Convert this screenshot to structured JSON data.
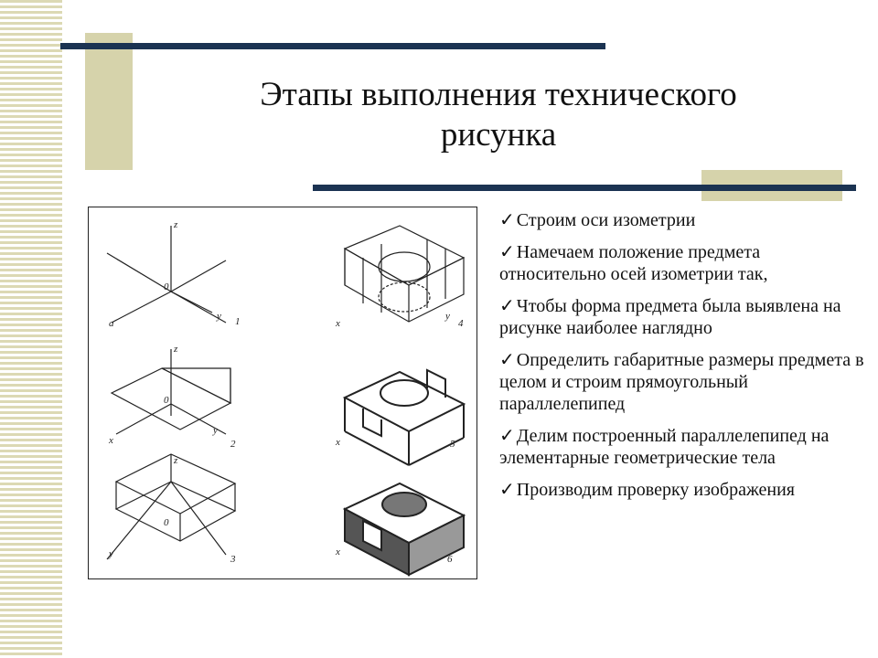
{
  "slide": {
    "title_lines": [
      "Этапы выполнения технического",
      "рисунка"
    ],
    "check_symbol": "✓",
    "steps": [
      "Строим оси изометрии",
      "Намечаем положение предмета относительно осей изометрии так,",
      "Чтобы форма предмета была выявлена на рисунке наиболее наглядно",
      "Определить габаритные размеры предмета в целом и строим прямоугольный параллелепипед",
      "Делим построенный параллелепипед на элементарные геометрические тела",
      "Производим проверку изображения"
    ],
    "colors": {
      "accent_line": "#1b3352",
      "accent_block": "#d6d3ab"
    }
  },
  "figure": {
    "axis_letters": {
      "z": "z",
      "x": "x",
      "y": "y",
      "origin": "0",
      "a": "а"
    },
    "step_numbers": [
      "1",
      "2",
      "3",
      "4",
      "5",
      "6"
    ]
  }
}
